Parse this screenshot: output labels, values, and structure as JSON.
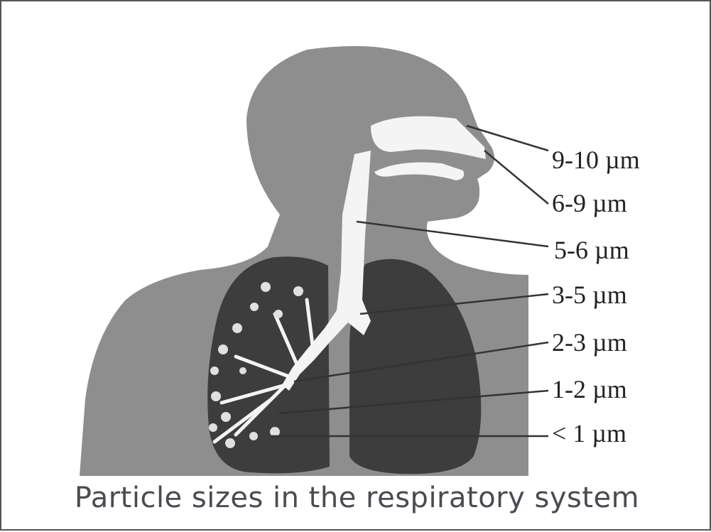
{
  "caption": "Particle sizes in the respiratory system",
  "labels": [
    {
      "id": "nose",
      "text": "9-10 µm"
    },
    {
      "id": "nasal-cavity",
      "text": "6-9 µm"
    },
    {
      "id": "pharynx",
      "text": "5-6 µm"
    },
    {
      "id": "trachea",
      "text": "3-5 µm"
    },
    {
      "id": "bronchi",
      "text": "2-3 µm"
    },
    {
      "id": "bronchioles",
      "text": "1-2 µm"
    },
    {
      "id": "alveoli",
      "text": "< 1 µm"
    }
  ],
  "colors": {
    "body": "#8e8e8e",
    "lungs": "#3d3d3d",
    "airway": "#f4f4f4",
    "text": "#222222",
    "caption": "#4a4a52"
  }
}
